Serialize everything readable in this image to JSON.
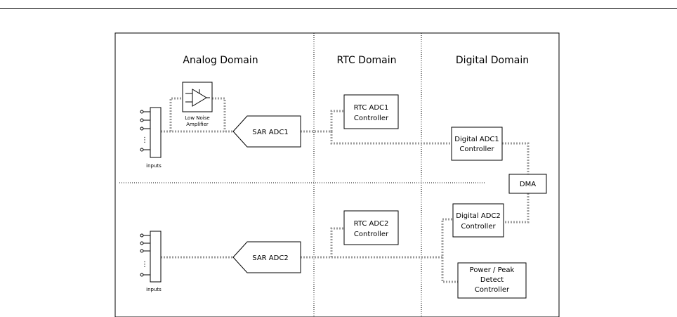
{
  "domains": {
    "analog": "Analog Domain",
    "rtc": "RTC Domain",
    "digital": "Digital Domain"
  },
  "lna": {
    "line1": "Low Noise",
    "line2": "Amplifier"
  },
  "inputs_label": "inputs",
  "inputs_ellipsis": "⋮",
  "sar_adc1": "SAR ADC1",
  "sar_adc2": "SAR ADC2",
  "rtc_adc1": {
    "line1": "RTC ADC1",
    "line2": "Controller"
  },
  "rtc_adc2": {
    "line1": "RTC ADC2",
    "line2": "Controller"
  },
  "digital_adc1": {
    "line1": "Digital ADC1",
    "line2": "Controller"
  },
  "digital_adc2": {
    "line1": "Digital ADC2",
    "line2": "Controller"
  },
  "dma": "DMA",
  "power_peak": {
    "line1": "Power / Peak",
    "line2": "Detect",
    "line3": "Controller"
  }
}
